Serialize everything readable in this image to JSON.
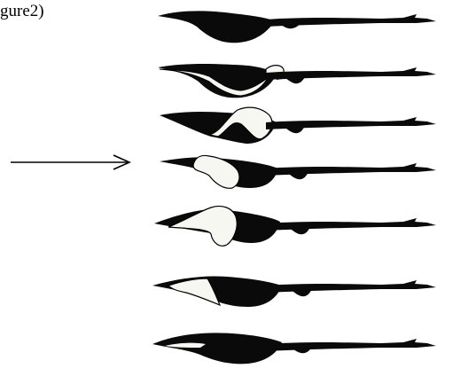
{
  "caption": {
    "text": "gure2)"
  },
  "figure": {
    "stages": 7,
    "highlighted_stage": 4,
    "pointer": "arrow-right-icon",
    "colors": {
      "body": "#0a0a0a",
      "cavity": "#f7f7f2",
      "stroke": "#000000"
    }
  }
}
